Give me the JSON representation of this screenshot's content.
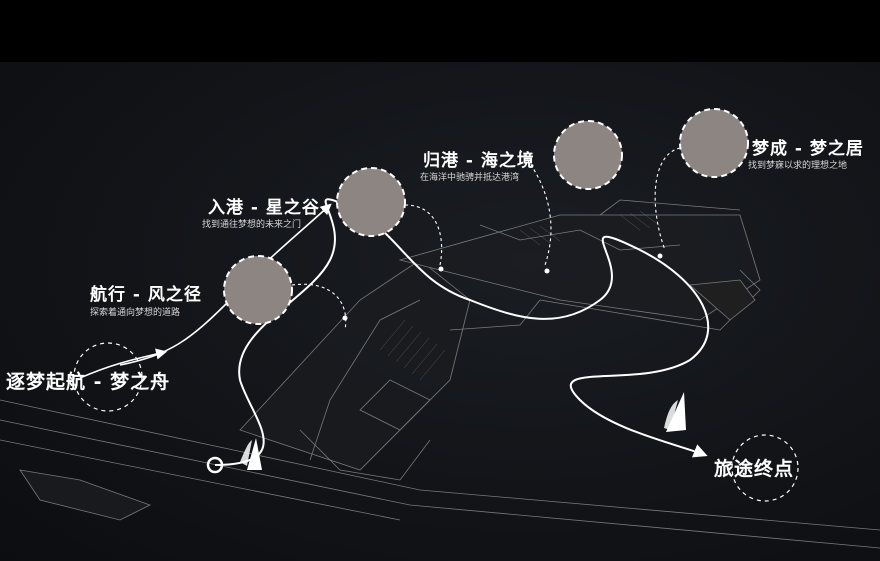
{
  "stages": [
    {
      "title": "逐梦起航 - 梦之舟",
      "subtitle": ""
    },
    {
      "title": "航行 - 风之径",
      "subtitle": "探索着通向梦想的道路"
    },
    {
      "title": "入港 - 星之谷",
      "subtitle": "找到通往梦想的未来之门"
    },
    {
      "title": "归港 - 海之境",
      "subtitle": "在海洋中驰骋并抵达港湾"
    },
    {
      "title": "梦成 - 梦之居",
      "subtitle": "找到梦寐以求的理想之地"
    }
  ],
  "end_label": "旅途终点",
  "colors": {
    "circle_fill": "#8c8582",
    "line": "#ffffff",
    "background": "#111317"
  },
  "icons": [
    "sailboat-icon",
    "start-ring-icon",
    "arrow-icon"
  ]
}
